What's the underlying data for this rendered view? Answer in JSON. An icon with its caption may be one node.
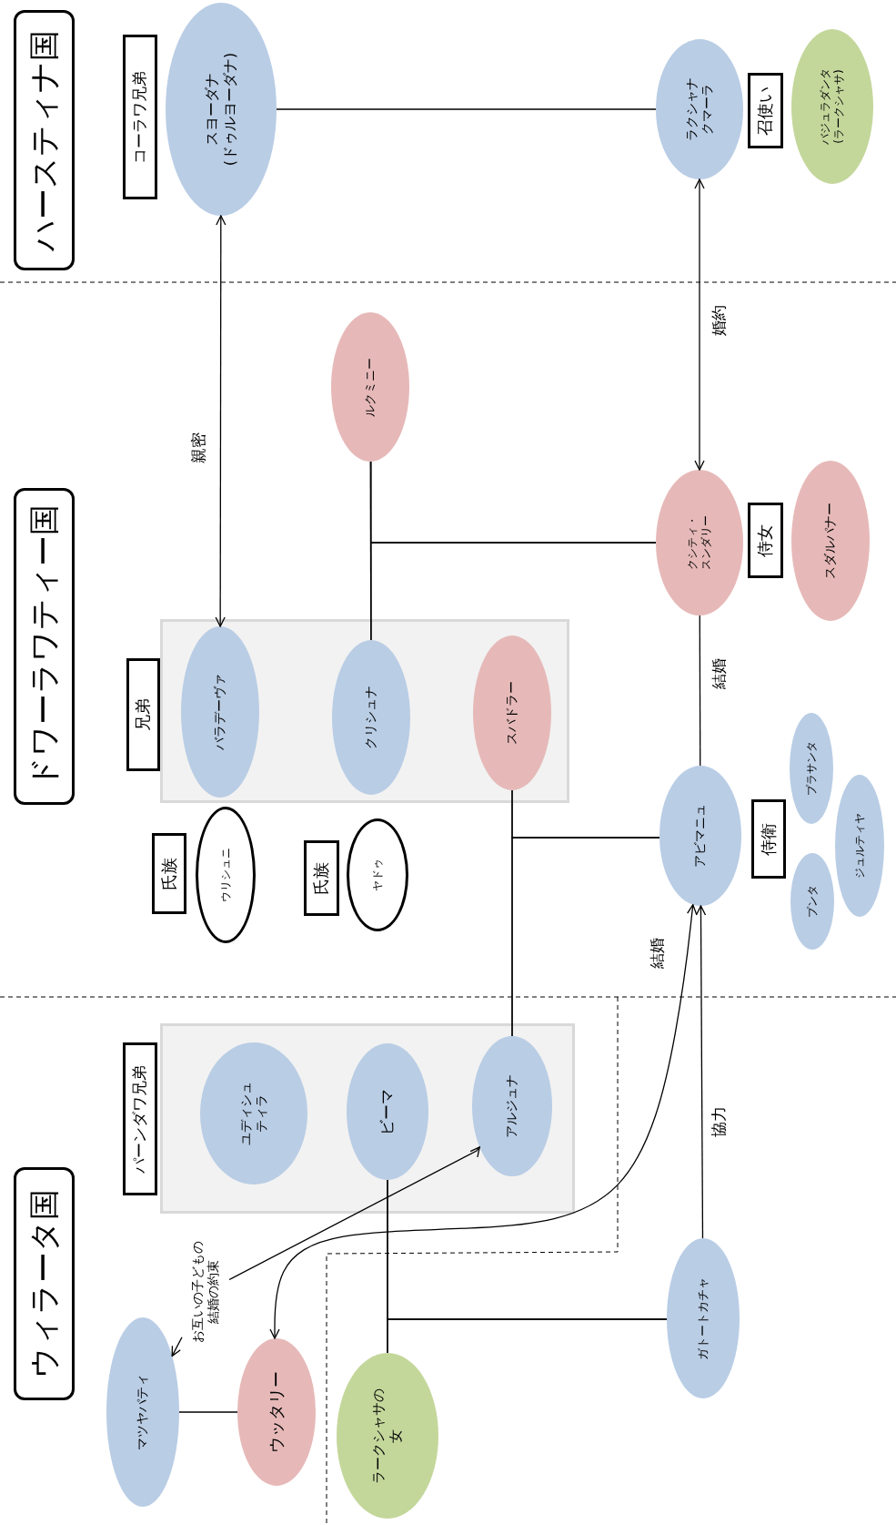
{
  "diagram": {
    "nodes": [
      {
        "text": [
          "ハースティナ国"
        ]
      },
      {
        "text": [
          "コーラワ兄弟"
        ]
      },
      {
        "text": [
          "スヨーダナ(ドゥルヨーダナ)"
        ]
      },
      {
        "text": [
          "ラクシャナクマーラ"
        ]
      },
      {
        "text": [
          "召使い"
        ]
      },
      {
        "text": [
          "バジュラダンタ(ラークシャサ)"
        ]
      },
      {
        "text": [
          "ドワーラワティー国"
        ]
      },
      {
        "text": [
          "ルクミニー"
        ]
      },
      {
        "text": [
          "クシティ・スンダリー"
        ]
      },
      {
        "text": [
          "侍女"
        ]
      },
      {
        "text": [
          "スダルパナー"
        ]
      },
      {
        "text": [],
        "shape": "box"
      },
      {
        "text": [
          "バラデーヴァ"
        ],
        "in": 11
      },
      {
        "text": [
          "クリシュナ"
        ],
        "in": 11
      },
      {
        "text": [
          "スバドラー"
        ],
        "in": 11
      },
      {
        "text": [
          "兄弟"
        ]
      },
      {
        "text": [
          "氏族"
        ]
      },
      {
        "text": [
          "ウリシュニ"
        ]
      },
      {
        "text": [
          "氏族"
        ]
      },
      {
        "text": [
          "ヤドゥ"
        ]
      },
      {
        "text": [
          "アビマニュ"
        ]
      },
      {
        "text": [
          "侍衛"
        ]
      },
      {
        "text": [
          "プラサンタ"
        ]
      },
      {
        "text": [
          "ジュルティヤ"
        ]
      },
      {
        "text": [
          "プンタ"
        ]
      },
      {
        "text": [
          "ウィラータ国"
        ]
      },
      {
        "text": [
          "パーンダワ兄弟"
        ]
      },
      {
        "text": [],
        "shape": "box"
      },
      {
        "text": [
          "ユディシュティラ"
        ],
        "in": 27
      },
      {
        "text": [
          "ビーマ"
        ],
        "in": 27
      },
      {
        "text": [
          "アルジュナ"
        ],
        "in": 27
      },
      {
        "text": [
          "ガトートカチャ"
        ]
      },
      {
        "text": [
          "お互いの子どもの結婚の約束"
        ]
      },
      {
        "text": [
          "マツヤパティ"
        ]
      },
      {
        "text": [
          "ウッタリー"
        ]
      },
      {
        "text": [
          "ラークシャサの女"
        ]
      }
    ],
    "edges": [
      {
        "from": 2,
        "to": 12,
        "arrow": "both",
        "label": "親密"
      },
      {
        "from": 2,
        "to": 3,
        "arrow": "none"
      },
      {
        "from": 3,
        "to": 8,
        "arrow": "both",
        "label": "婚約"
      },
      {
        "from": 7,
        "to": 13,
        "arrow": "none"
      },
      {
        "from": 7,
        "to": 8,
        "arrow": "none"
      },
      {
        "from": 13,
        "to": 8,
        "arrow": "none"
      },
      {
        "from": 8,
        "to": 20,
        "arrow": "none",
        "label": "結婚"
      },
      {
        "from": 14,
        "to": 30,
        "arrow": "none"
      },
      {
        "from": 14,
        "to": 20,
        "arrow": "none"
      },
      {
        "from": 30,
        "to": 20,
        "arrow": "none"
      },
      {
        "from": 31,
        "to": 20,
        "arrow": "to",
        "label": "協力"
      },
      {
        "from": 29,
        "to": 35,
        "arrow": "none"
      },
      {
        "from": 29,
        "to": 31,
        "arrow": "none"
      },
      {
        "from": 35,
        "to": 31,
        "arrow": "none"
      },
      {
        "from": 33,
        "to": 34,
        "arrow": "none"
      },
      {
        "from": 34,
        "to": 20,
        "arrow": "both",
        "label": "結婚"
      },
      {
        "from": 32,
        "to": 30,
        "arrow": "to"
      },
      {
        "from": 32,
        "to": 33,
        "arrow": "to"
      }
    ]
  }
}
